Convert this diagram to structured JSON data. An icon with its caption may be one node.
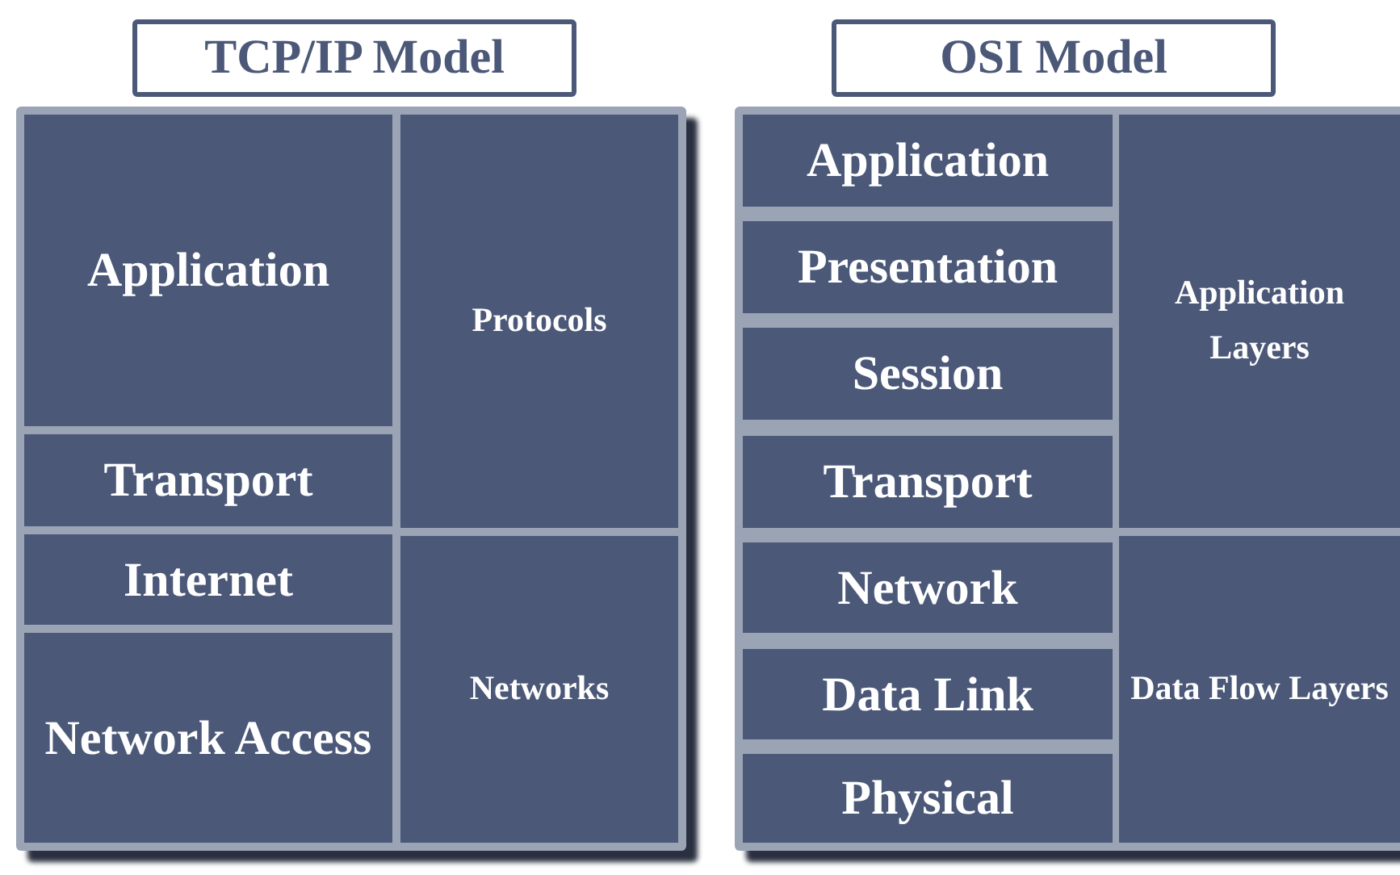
{
  "diagram": {
    "nodes": [
      {
        "text": [
          "TCP/IP Model"
        ]
      },
      {
        "text": [],
        "shape": "box"
      },
      {
        "text": [
          "Application"
        ],
        "in": 1
      },
      {
        "text": [
          "Transport"
        ],
        "in": 1
      },
      {
        "text": [
          "Internet"
        ],
        "in": 1
      },
      {
        "text": [
          "Network Access"
        ],
        "in": 1
      },
      {
        "text": [
          "Protocols"
        ],
        "in": 1
      },
      {
        "text": [
          "Networks"
        ],
        "in": 1
      },
      {
        "text": [
          "OSI Model"
        ]
      },
      {
        "text": [],
        "shape": "box"
      },
      {
        "text": [
          "Application"
        ],
        "in": 9
      },
      {
        "text": [
          "Presentation"
        ],
        "in": 9
      },
      {
        "text": [
          "Session"
        ],
        "in": 9
      },
      {
        "text": [
          "Transport"
        ],
        "in": 9
      },
      {
        "text": [
          "Network"
        ],
        "in": 9
      },
      {
        "text": [
          "Data Link"
        ],
        "in": 9
      },
      {
        "text": [
          "Physical"
        ],
        "in": 9
      },
      {
        "text": [
          "Application Layers"
        ],
        "in": 9
      },
      {
        "text": [
          "Data Flow Layers"
        ],
        "in": 9
      }
    ]
  }
}
